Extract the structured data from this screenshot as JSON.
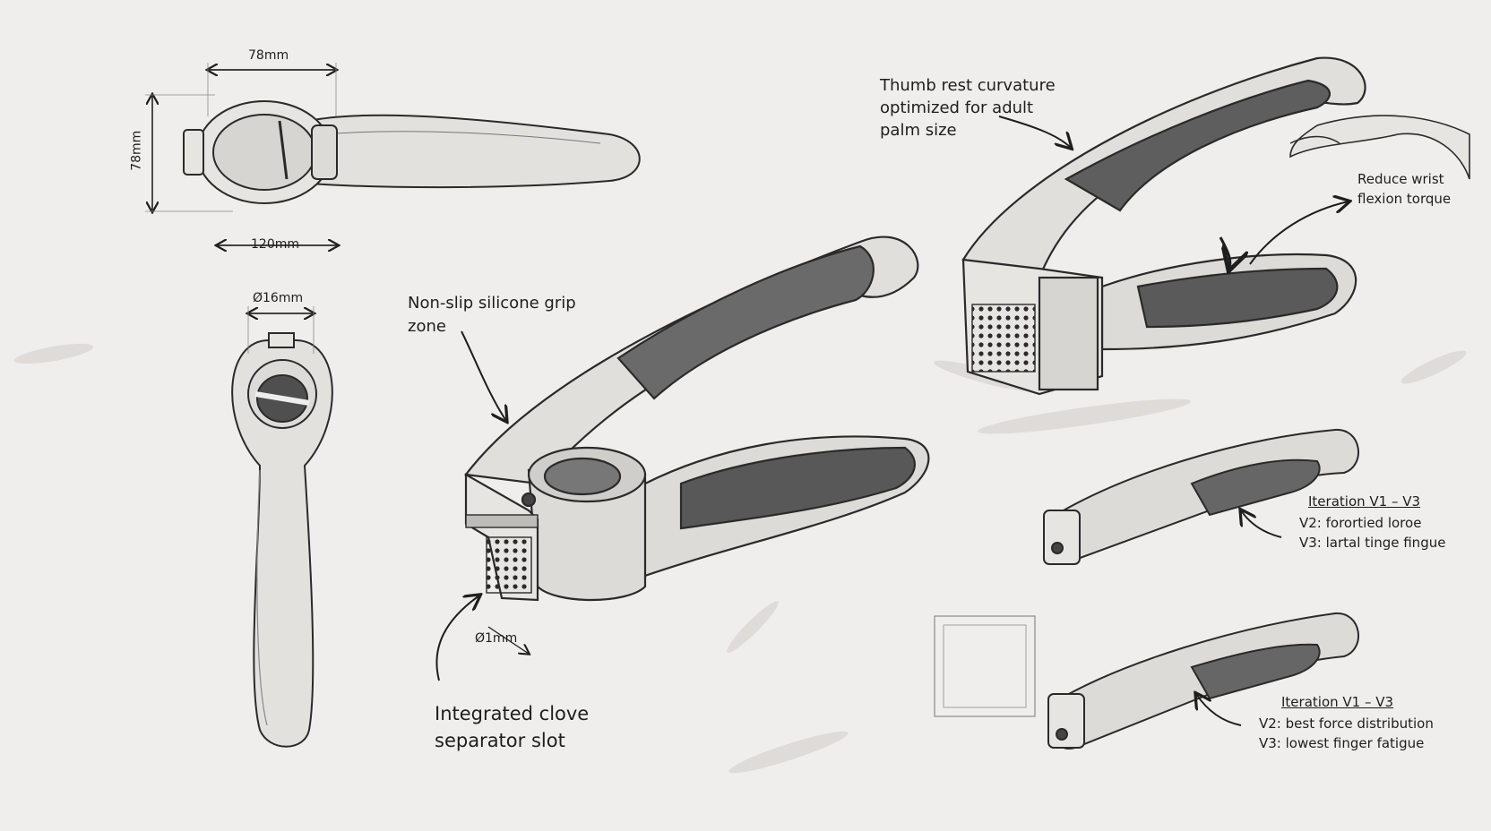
{
  "dimensions": {
    "top_width": "78mm",
    "top_height": "78mm",
    "top_length": "120mm",
    "side_diameter": "Ø16mm",
    "hole_diameter": "Ø1mm"
  },
  "callouts": {
    "grip": [
      "Non-slip silicone grip",
      "zone"
    ],
    "slot": [
      "Integrated clove",
      "separator slot"
    ],
    "thumb": [
      "Thumb rest curvature",
      "optimized for adult",
      "palm size"
    ],
    "wrist": [
      "Reduce wrist",
      "flexion torque"
    ]
  },
  "iterations": [
    {
      "title": "Iteration V1 – V3",
      "lines": [
        "V2: forortied loroe",
        "V3: lartal tinge fingue"
      ]
    },
    {
      "title": "Iteration V1 – V3",
      "lines": [
        "V2: best force distribution",
        "V3: lowest finger fatigue"
      ]
    }
  ],
  "colors": {
    "paper": "#efeeec",
    "pencil": "#2a2a2a",
    "grip_shade": "#6a6a6a"
  }
}
